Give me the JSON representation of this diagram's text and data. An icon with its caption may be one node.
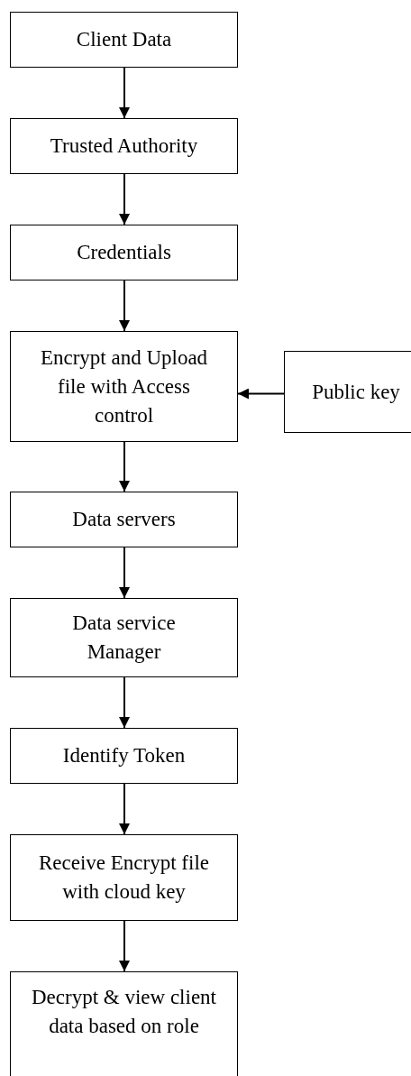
{
  "diagram": {
    "nodes": [
      {
        "text": [
          "Client Data"
        ]
      },
      {
        "text": [
          "Trusted Authority"
        ]
      },
      {
        "text": [
          "Credentials"
        ]
      },
      {
        "text": [
          "Encrypt and Upload file with Access control"
        ]
      },
      {
        "text": [
          "Public key"
        ]
      },
      {
        "text": [
          "Data servers"
        ]
      },
      {
        "text": [
          "Data service Manager"
        ]
      },
      {
        "text": [
          "Identify Token"
        ]
      },
      {
        "text": [
          "Receive Encrypt file with cloud key"
        ]
      },
      {
        "text": [
          "Decrypt & view client data based on role"
        ]
      }
    ],
    "edges": [
      {
        "from": 0,
        "to": 1,
        "arrow": "to"
      },
      {
        "from": 1,
        "to": 2,
        "arrow": "to"
      },
      {
        "from": 2,
        "to": 3,
        "arrow": "to"
      },
      {
        "from": 4,
        "to": 3,
        "arrow": "to"
      },
      {
        "from": 3,
        "to": 5,
        "arrow": "to"
      },
      {
        "from": 5,
        "to": 6,
        "arrow": "to"
      },
      {
        "from": 6,
        "to": 7,
        "arrow": "to"
      },
      {
        "from": 7,
        "to": 8,
        "arrow": "to"
      },
      {
        "from": 8,
        "to": 9,
        "arrow": "to"
      }
    ]
  }
}
